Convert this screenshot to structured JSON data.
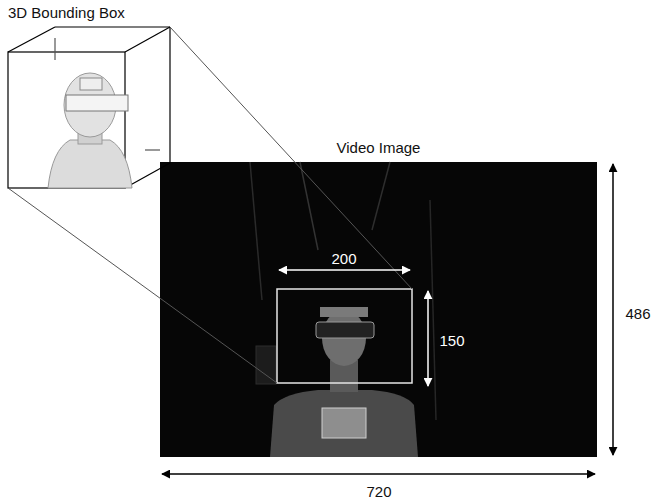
{
  "diagram": {
    "nodes": [
      {
        "text": [
          "3D Bounding Box"
        ]
      },
      {
        "text": [
          "Video Image"
        ]
      }
    ],
    "labels": [
      "200",
      "150",
      "486",
      "720"
    ]
  }
}
